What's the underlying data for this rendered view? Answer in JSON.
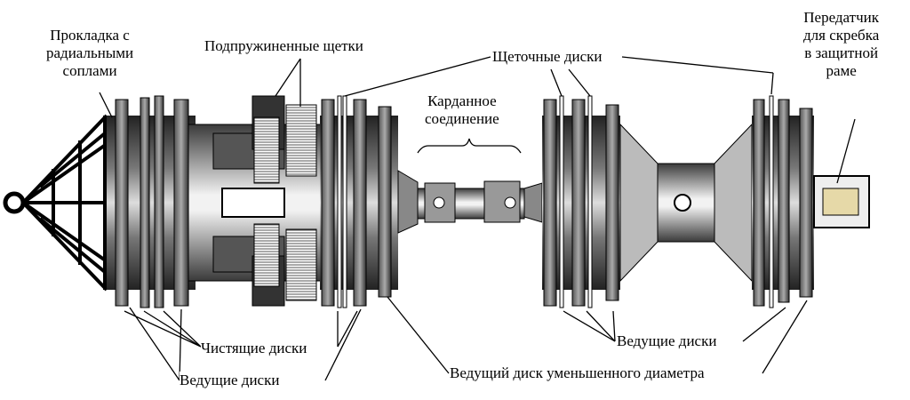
{
  "labels": {
    "gasket": [
      "Прокладка с",
      "радиальными",
      "соплами"
    ],
    "springBrushes": "Подпружиненные щетки",
    "brushDisks": "Щеточные диски",
    "transmitter": [
      "Передатчик",
      "для скребка",
      "в защитной",
      "раме"
    ],
    "cardan": [
      "Карданное",
      "соединение"
    ],
    "cleaningDisks": "Чистящие диски",
    "drivingDisksLeft": "Ведущие диски",
    "drivingDisksRight": "Ведущие диски",
    "reducedDisk": "Ведущий диск уменьшенного диаметра"
  }
}
